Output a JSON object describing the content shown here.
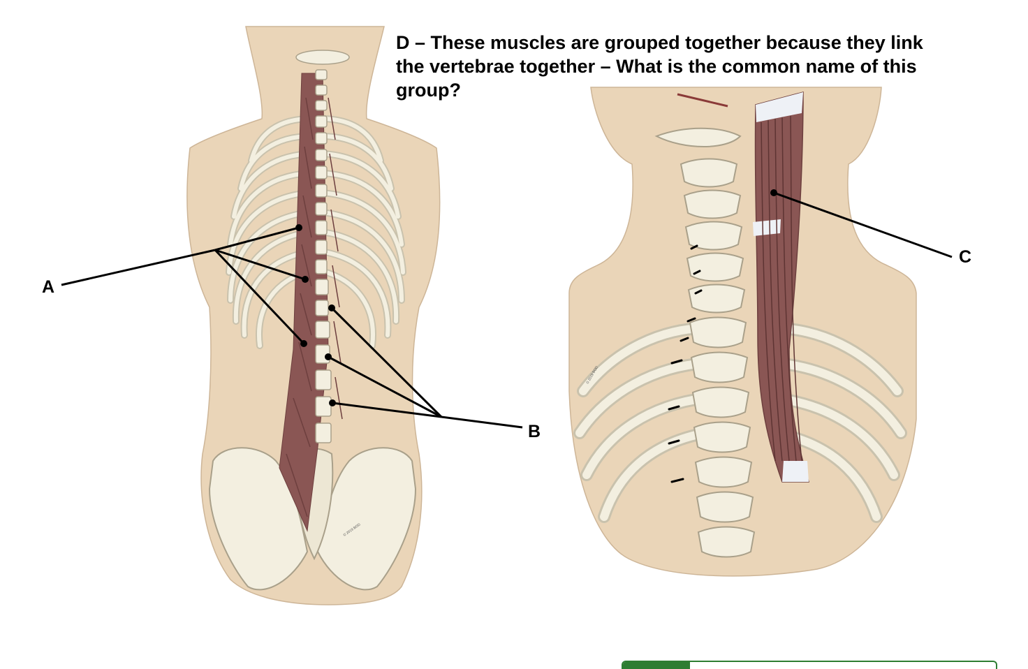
{
  "question": {
    "text": "D – These muscles are grouped together because they link\nthe vertebrae together – What is the common name of this\ngroup?"
  },
  "labels": {
    "a": "A",
    "b": "B",
    "c": "C"
  },
  "watermarks": {
    "left": "© 2019 BOD",
    "right": "© 2019 BOD"
  },
  "colors": {
    "skin": "#ead5b8",
    "bone": "#f3efe0",
    "bone_shadow": "#c9c2ad",
    "muscle": "#8a5654",
    "muscle_dark": "#6d3f3e",
    "tendon": "#eef1f6",
    "leader": "#000000",
    "button_green": "#2e7d32"
  }
}
